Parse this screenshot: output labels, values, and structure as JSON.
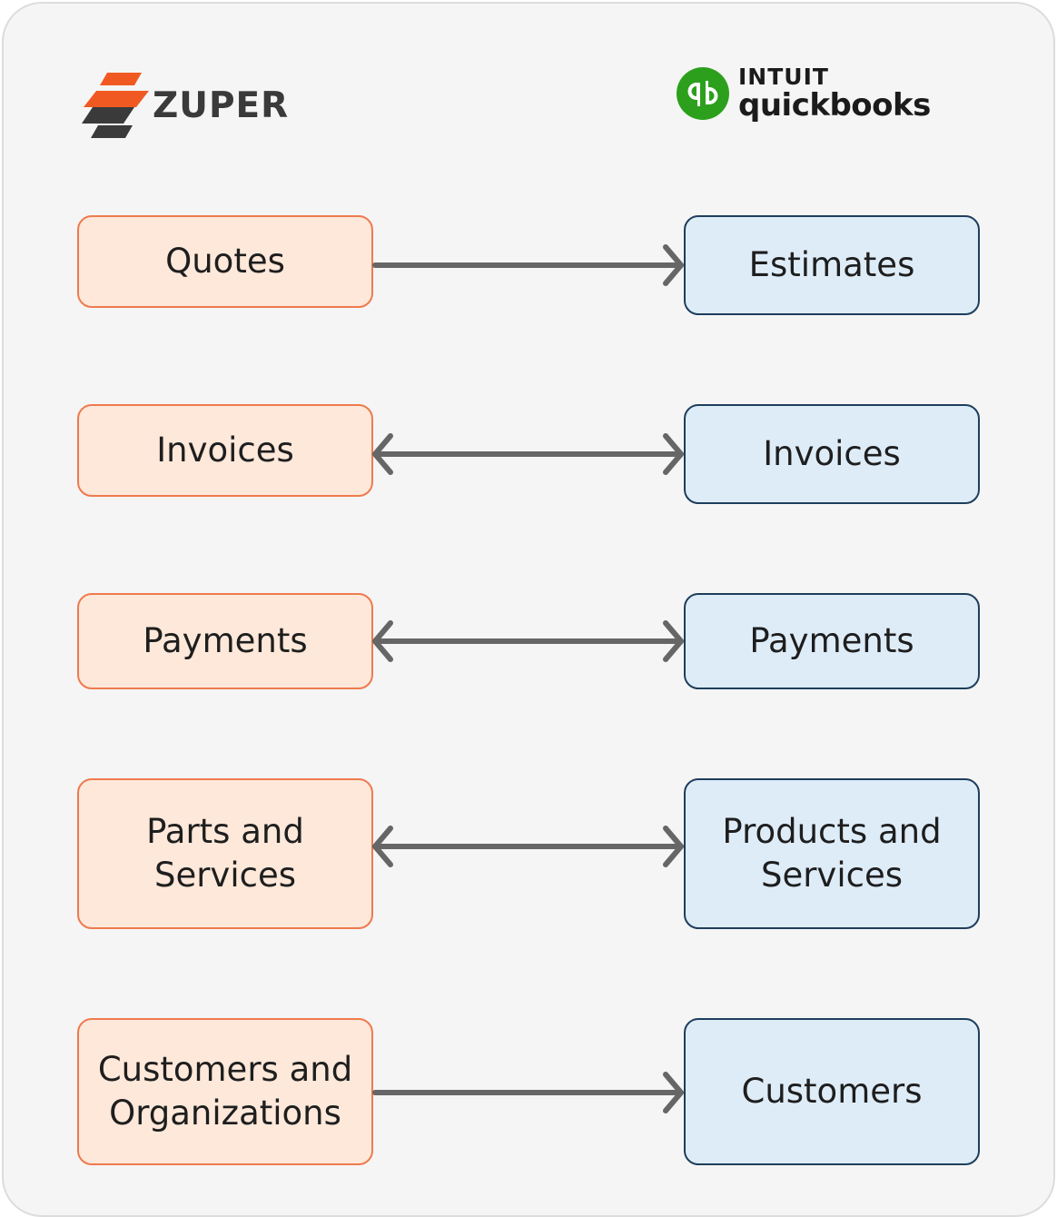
{
  "brands": {
    "left": {
      "name": "ZUPER",
      "accent": "#f05a22",
      "dark": "#3a3a3a"
    },
    "right": {
      "line1": "INTUIT",
      "line2": "quickbooks",
      "accent": "#2ca01c"
    }
  },
  "rows": [
    {
      "left": "Quotes",
      "right": "Estimates",
      "direction": "one-way"
    },
    {
      "left": "Invoices",
      "right": "Invoices",
      "direction": "two-way"
    },
    {
      "left": "Payments",
      "right": "Payments",
      "direction": "two-way"
    },
    {
      "left": "Parts and\nServices",
      "right": "Products and\nServices",
      "direction": "two-way"
    },
    {
      "left": "Customers and\nOrganizations",
      "right": "Customers",
      "direction": "one-way"
    }
  ],
  "colors": {
    "left_fill": "#fde8da",
    "left_border": "#ef7a4e",
    "right_fill": "#deecf8",
    "right_border": "#1e3e5c",
    "arrow": "#666666"
  }
}
